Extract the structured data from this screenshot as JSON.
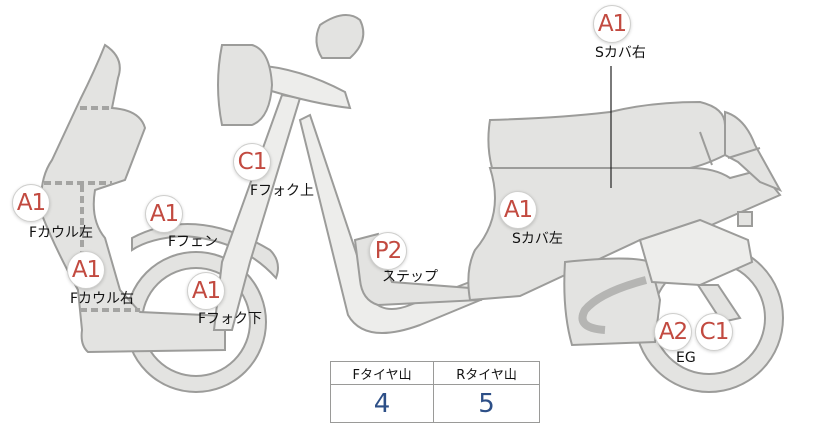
{
  "labels": [
    {
      "id": "s-cover-right",
      "code": "A1",
      "text": "Sカバ右"
    },
    {
      "id": "f-fork-upper",
      "code": "C1",
      "text": "Fフォク上"
    },
    {
      "id": "f-cowl-left",
      "code": "A1",
      "text": "Fカウル左"
    },
    {
      "id": "f-fender",
      "code": "A1",
      "text": "Fフェン"
    },
    {
      "id": "s-cover-left",
      "code": "A1",
      "text": "Sカバ左"
    },
    {
      "id": "f-cowl-right",
      "code": "A1",
      "text": "Fカウル右"
    },
    {
      "id": "step",
      "code": "P2",
      "text": "ステップ"
    },
    {
      "id": "f-fork-lower",
      "code": "A1",
      "text": "Fフォク下"
    },
    {
      "id": "eg-a2",
      "code": "A2",
      "text": ""
    },
    {
      "id": "eg-c1",
      "code": "C1",
      "text": ""
    },
    {
      "id": "eg",
      "code": "",
      "text": "EG"
    }
  ],
  "tire_table": {
    "headers": [
      "Fタイヤ山",
      "Rタイヤ山"
    ],
    "values": [
      "4",
      "5"
    ]
  }
}
